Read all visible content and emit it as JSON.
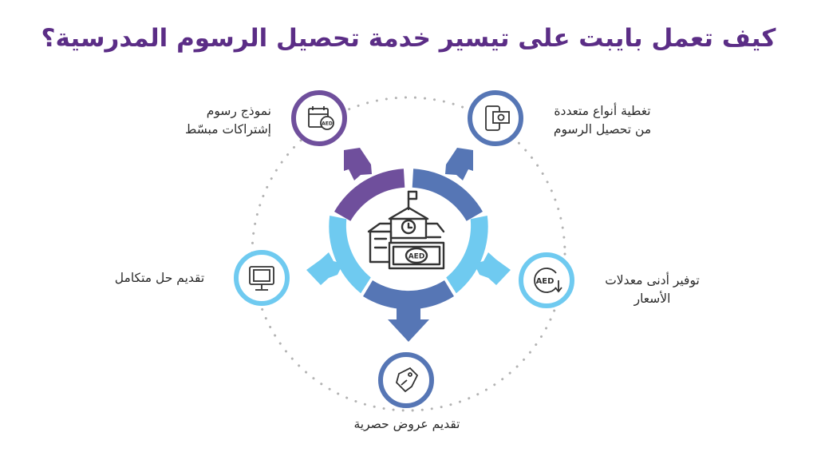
{
  "title": "كيف تعمل بايبت على تيسير خدمة تحصيل الرسوم المدرسية؟",
  "center": {
    "icon": "school-building-with-aed-banknote-icon",
    "currency": "AED"
  },
  "colors": {
    "title": "#5b2d86",
    "purple": "#6f4f9c",
    "blue": "#5676b5",
    "light_blue": "#6fcaf0",
    "dots": "#b3b3b3"
  },
  "features": [
    {
      "line1": "نموذج رسوم",
      "line2": "إشتراكات مبسّط",
      "icon": "calendar-aed-icon",
      "ring": "purple"
    },
    {
      "line1": "تغطية أنواع متعددة",
      "line2": "من تحصيل الرسوم",
      "icon": "phone-payment-icon",
      "ring": "blue"
    },
    {
      "line1": "تقديم حل متكامل",
      "line2": "",
      "icon": "monitor-icon",
      "ring": "light_blue"
    },
    {
      "line1": "توفير أدنى معدلات",
      "line2": "الأسعار",
      "icon": "aed-decrease-icon",
      "ring": "light_blue",
      "icon_text": "AED"
    },
    {
      "line1": "تقديم عروض حصرية",
      "line2": "",
      "icon": "discount-tag-icon",
      "ring": "blue"
    }
  ]
}
